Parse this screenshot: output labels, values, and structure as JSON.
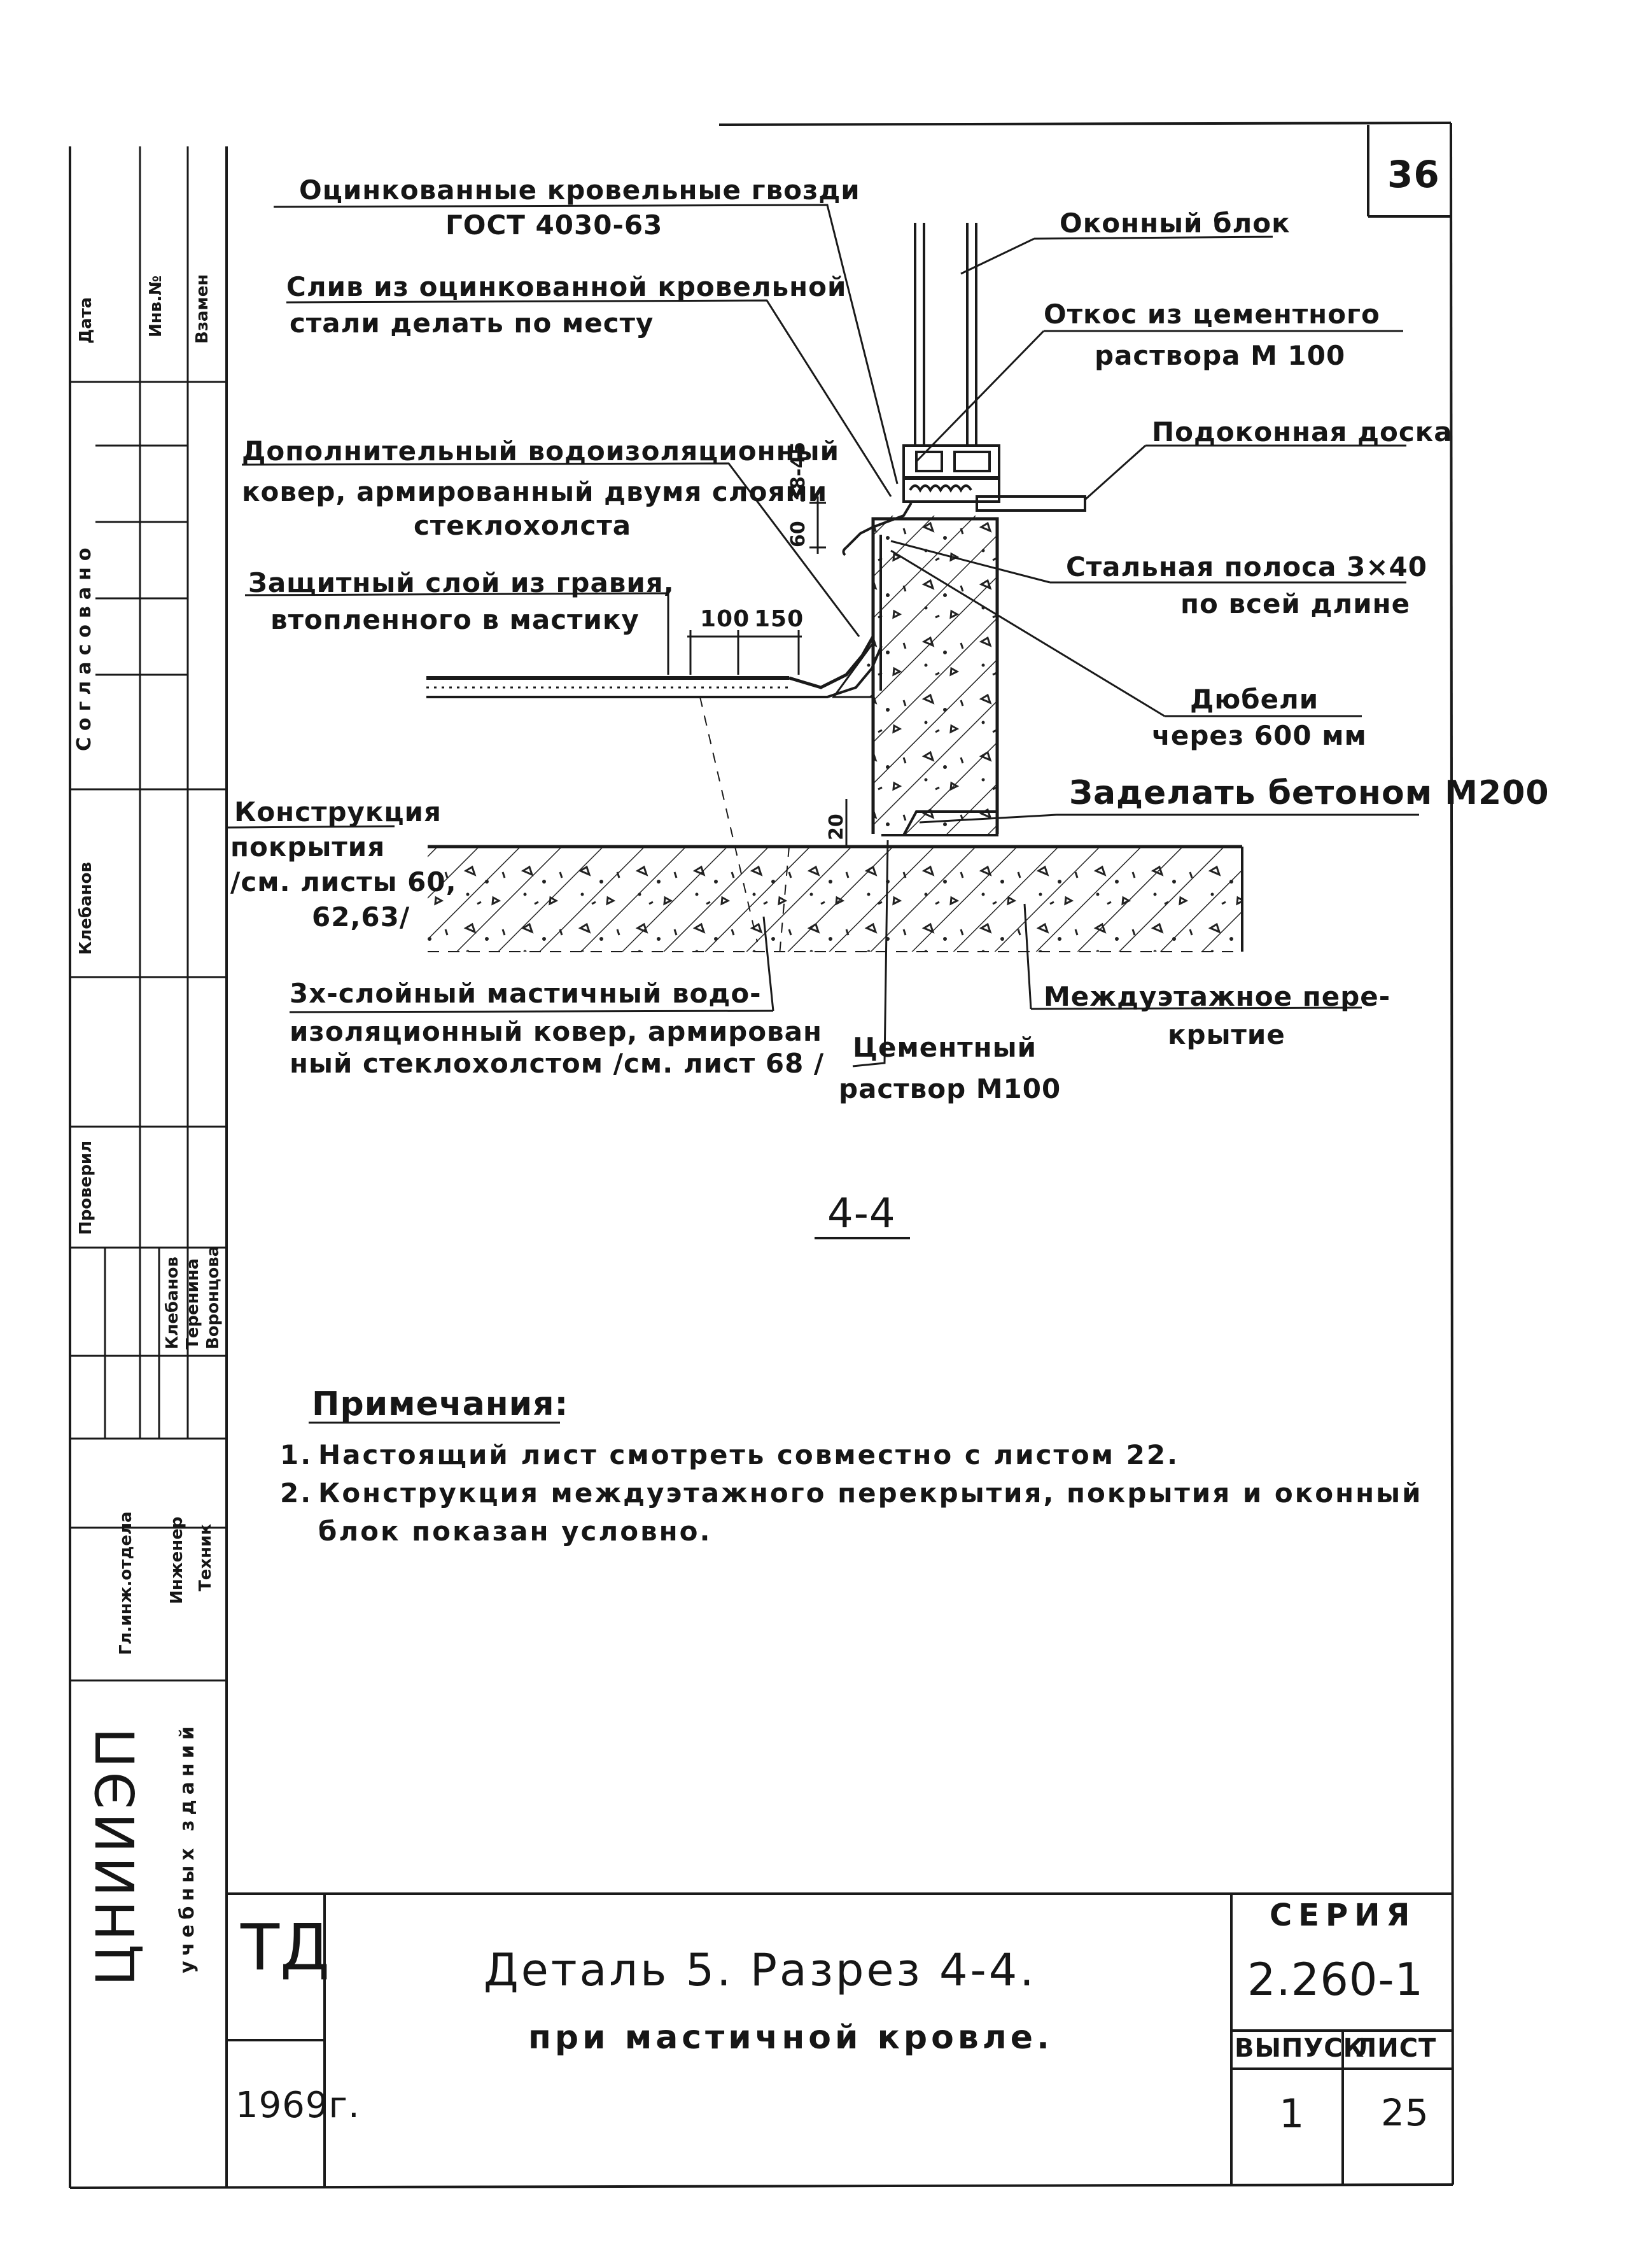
{
  "sheet_number": "36",
  "callouts": {
    "nails_line1": "Оцинкованные кровельные гвозди",
    "nails_line2": "ГОСТ 4030-63",
    "drip_line1": "Слив из оцинкованной кровельной",
    "drip_line2": "стали делать по месту",
    "window_block": "Оконный блок",
    "slope_line1": "Откос из цементного",
    "slope_line2": "раствора М 100",
    "sill_board": "Подоконная доска",
    "extra_carpet_line1": "Дополнительный водоизоляционный",
    "extra_carpet_line2": "ковер, армированный двумя слоями",
    "extra_carpet_line3": "стеклохолста",
    "steel_strip_line1": "Стальная полоса 3×40",
    "steel_strip_line2": "по всей длине",
    "gravel_line1": "Защитный слой из гравия,",
    "gravel_line2": "втопленного в мастику",
    "dowels_line1": "Дюбели",
    "dowels_line2": "через 600 мм",
    "embed_concrete": "Заделать бетоном М200",
    "roof_construction_line1": "Конструкция",
    "roof_construction_line2": "покрытия",
    "roof_construction_line3": "/см. листы 60,",
    "roof_construction_line4": "62,63/",
    "mastic_carpet_line1": "3х-слойный мастичный водо-",
    "mastic_carpet_line2": "изоляционный ковер, армирован",
    "mastic_carpet_line3": "ный стеклохолстом /см. лист 68 /",
    "cement_mortar_line1": "Цементный",
    "cement_mortar_line2": "раствор М100",
    "floor_slab_line1": "Междуэтажное пере-",
    "floor_slab_line2": "крытие"
  },
  "dimensions": {
    "d100": "100",
    "d150": "150",
    "d60": "60",
    "d38_45": "38-45",
    "d20": "20"
  },
  "section_label": "4-4",
  "notes": {
    "title": "Примечания:",
    "items": [
      {
        "num": "1.",
        "text": "Настоящий лист смотреть совместно с листом 22."
      },
      {
        "num": "2.",
        "text": "Конструкция междуэтажного перекрытия, покрытия и оконный",
        "cont": "блок показан условно."
      }
    ]
  },
  "title_block": {
    "td": "ТД",
    "year": "1969г.",
    "title_line1": "Деталь 5.  Разрез 4-4.",
    "title_line2": "при мастичной кровле.",
    "series_label": "СЕРИЯ",
    "series_value": "2.260-1",
    "issue_label": "ВЫПУСК",
    "sheet_label": "ЛИСТ",
    "issue_value": "1",
    "sheet_value": "25"
  },
  "side_stamp": {
    "data": "Дата",
    "inv": "Инв.№",
    "vzamen": "Взамен",
    "soglasovano": "Согласовано",
    "klebanov": "Клебанов",
    "proveril": "Проверил",
    "names1": "Клебанов",
    "names2": "Теренина",
    "names3": "Воронцова",
    "roles1": "Гл.инж.отдела",
    "roles2": "Инженер",
    "roles3": "Техник",
    "org": "ЦНИИЭП",
    "org_sub": "учебных зданий"
  }
}
